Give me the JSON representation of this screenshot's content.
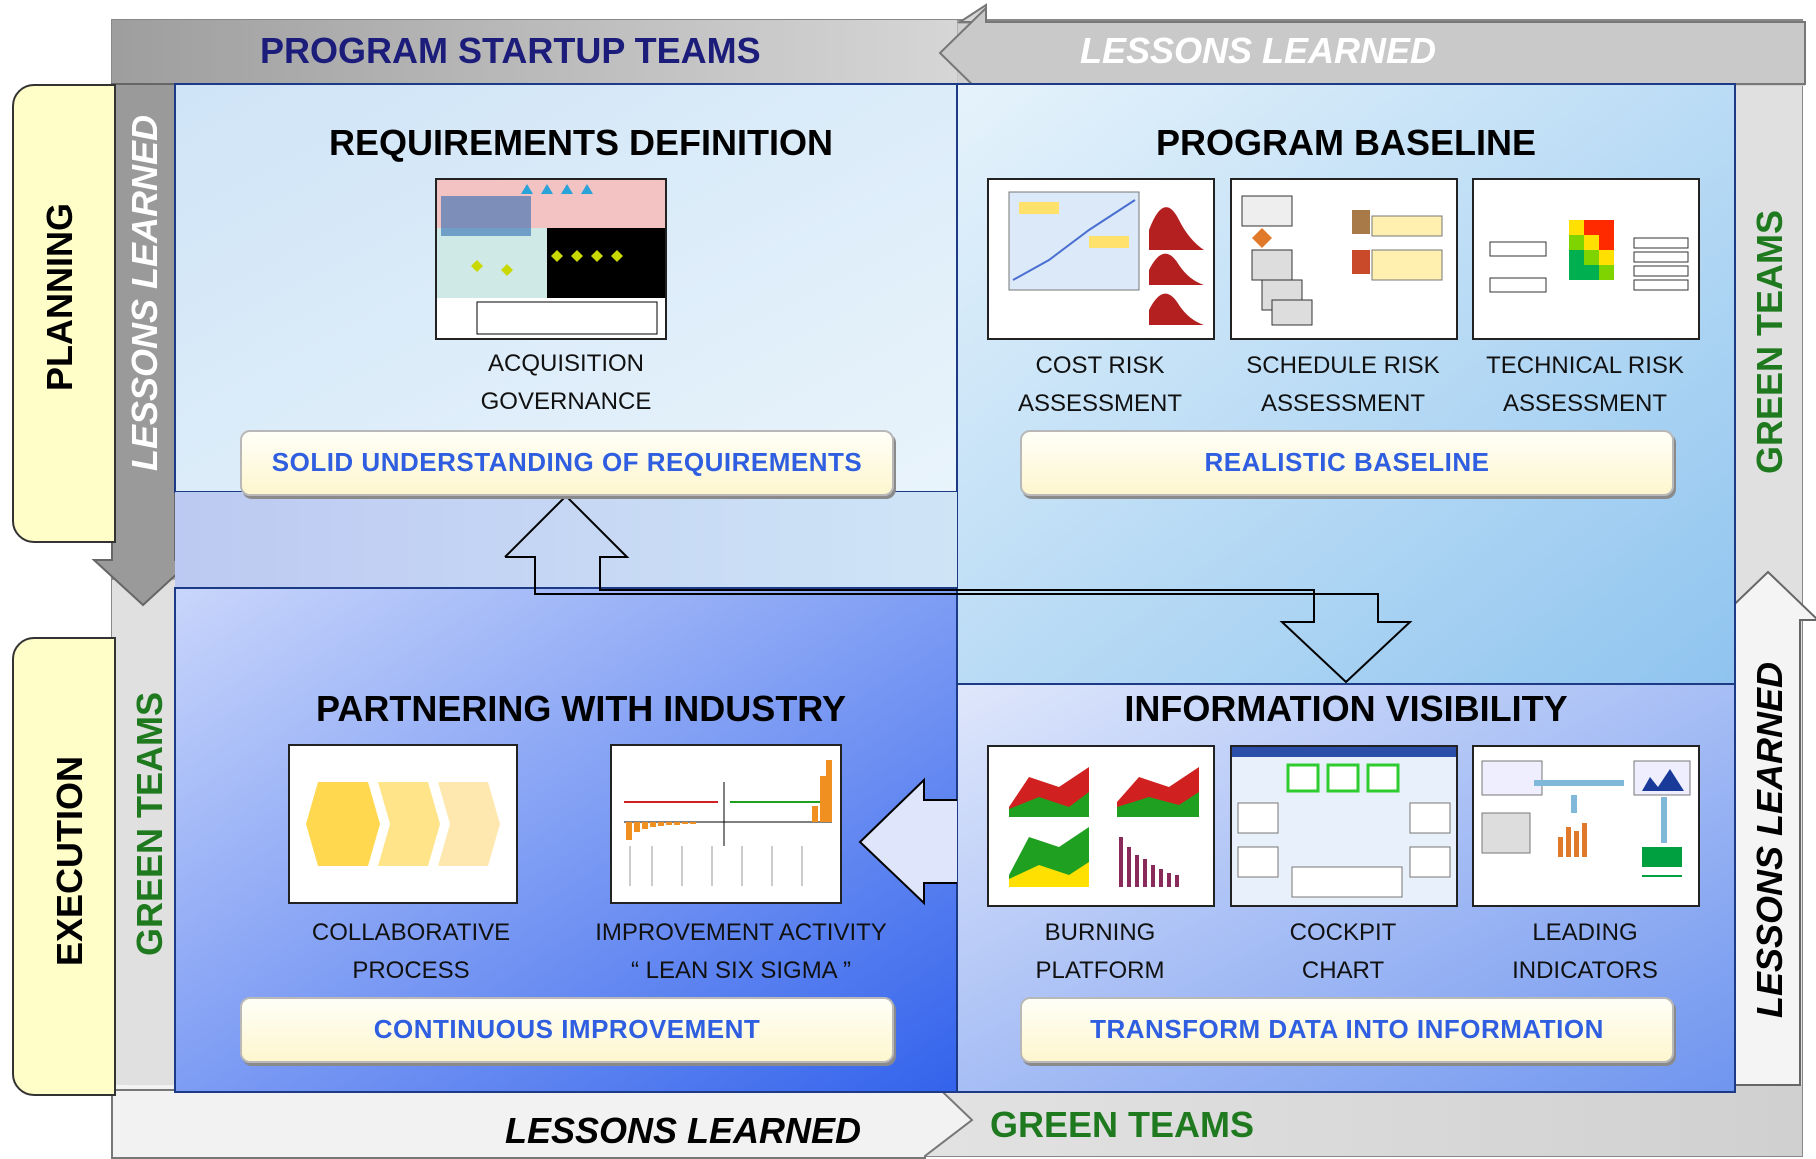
{
  "frame": {
    "top_left": "PROGRAM STARTUP TEAMS",
    "top_right": "LESSONS LEARNED",
    "bottom_left": "LESSONS LEARNED",
    "bottom_right": "GREEN TEAMS",
    "left_upper": "LESSONS LEARNED",
    "left_lower": "GREEN TEAMS",
    "right_upper": "GREEN TEAMS",
    "right_lower": "LESSONS LEARNED"
  },
  "side_tabs": {
    "planning": "PLANNING",
    "execution": "EXECUTION"
  },
  "quadrants": {
    "requirements": {
      "title": "REQUIREMENTS DEFINITION",
      "captions": [
        {
          "line1": "ACQUISITION",
          "line2": "GOVERNANCE"
        }
      ],
      "banner": "SOLID UNDERSTANDING OF REQUIREMENTS"
    },
    "baseline": {
      "title": "PROGRAM BASELINE",
      "captions": [
        {
          "line1": "COST RISK",
          "line2": "ASSESSMENT"
        },
        {
          "line1": "SCHEDULE RISK",
          "line2": "ASSESSMENT"
        },
        {
          "line1": "TECHNICAL RISK",
          "line2": "ASSESSMENT"
        }
      ],
      "banner": "REALISTIC BASELINE"
    },
    "partnering": {
      "title": "PARTNERING WITH INDUSTRY",
      "captions": [
        {
          "line1": "COLLABORATIVE",
          "line2": "PROCESS"
        },
        {
          "line1": "IMPROVEMENT ACTIVITY",
          "line2": "“  LEAN SIX SIGMA ”"
        }
      ],
      "banner": "CONTINUOUS IMPROVEMENT"
    },
    "visibility": {
      "title": "INFORMATION VISIBILITY",
      "captions": [
        {
          "line1": "BURNING",
          "line2": "PLATFORM"
        },
        {
          "line1": "COCKPIT",
          "line2": "CHART"
        },
        {
          "line1": "LEADING",
          "line2": "INDICATORS"
        }
      ],
      "banner": "TRANSFORM DATA INTO INFORMATION"
    }
  },
  "colors": {
    "frame_gray": "#a9a9a9",
    "startup_navy": "#1c1c7a",
    "green_team": "#1f7a1f",
    "banner_text": "#2f5fe0",
    "tab_fill": "#fffdc8"
  }
}
